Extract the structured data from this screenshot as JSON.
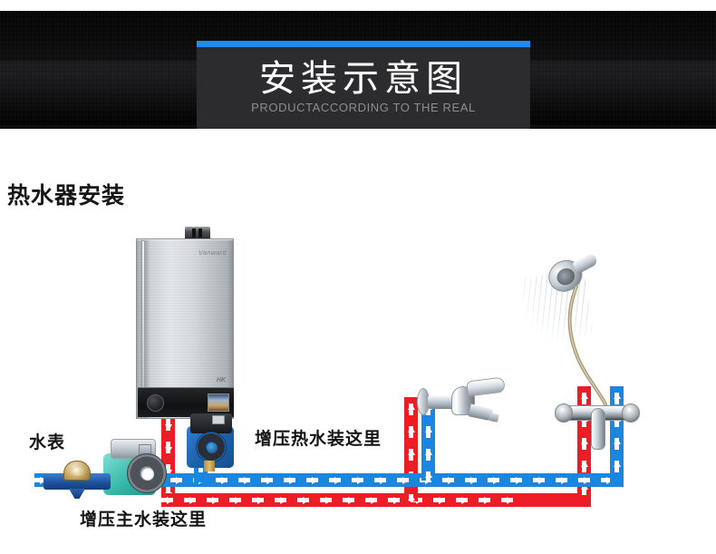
{
  "banner": {
    "title_cn": "安装示意图",
    "title_en": "PRODUCTACCORDING TO THE REAL",
    "accent_color": "#1f8af0",
    "panel_color": "#2c2c2e",
    "background_color": "#0a0a0b"
  },
  "section": {
    "title": "热水器安装"
  },
  "diagram": {
    "labels": {
      "water_meter": "水表",
      "hot_water_booster": "增压热水装这里",
      "main_water_booster": "增压主水装这里"
    },
    "legend": {
      "hot_pipe_color": "#ee1c25",
      "cold_pipe_color": "#1b86e0",
      "arrow_color": "#ffffff"
    },
    "components": {
      "water_heater": "water-heater",
      "hot_water_pump": "blue-booster-pump",
      "main_water_pump": "teal-booster-pump",
      "water_meter": "water-meter",
      "wall_faucet": "wall-faucet",
      "shower_head": "shower-head",
      "shower_mixer": "shower-mixer-valve"
    },
    "flow": {
      "cold_supply_direction": "right",
      "hot_supply_direction": "right",
      "heater_outlet_direction": "down",
      "riser_direction": "up"
    }
  }
}
